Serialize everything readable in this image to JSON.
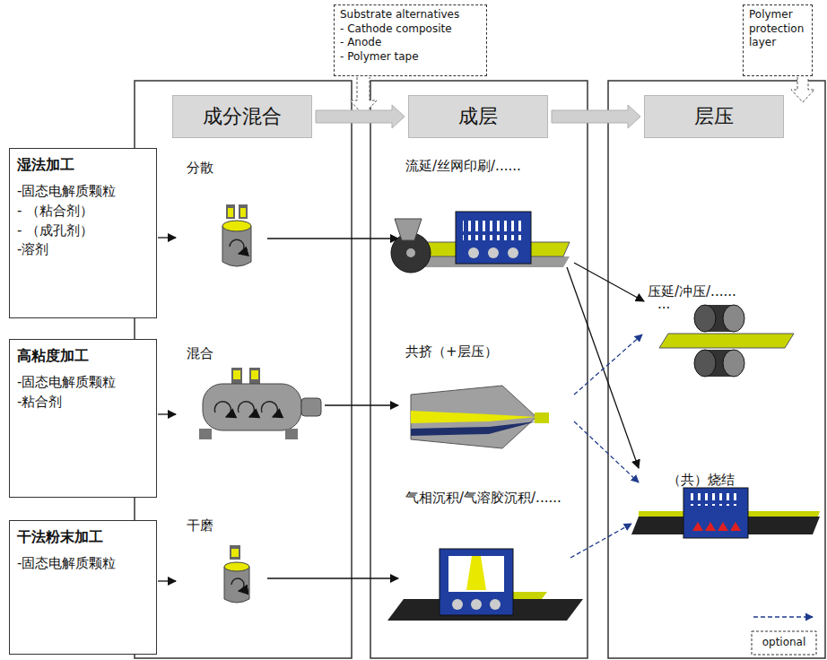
{
  "diagram": {
    "nodes": [
      {
        "text": [
          "Substrate alternatives",
          "- Cathode composite",
          "- Anode",
          "- Polymer tape"
        ]
      },
      {
        "text": [
          "Polymer protection layer"
        ]
      },
      {
        "text": [
          "成分混合"
        ]
      },
      {
        "text": [
          "成层"
        ]
      },
      {
        "text": [
          "层压"
        ]
      },
      {
        "text": [
          "湿法加工",
          "-固态电解质颗粒",
          "- （粘合剂）",
          "- （成孔剂）",
          "-溶剂"
        ]
      },
      {
        "text": [
          "高粘度加工",
          "-固态电解质颗粒",
          "-粘合剂"
        ]
      },
      {
        "text": [
          "干法粉末加工",
          "-固态电解质颗粒"
        ]
      }
    ],
    "edges": [
      {
        "from": 2,
        "to": 3,
        "arrow": "to"
      },
      {
        "from": 3,
        "to": 4,
        "arrow": "to"
      }
    ],
    "labels": [
      "分散",
      "混合",
      "干磨",
      "流延/丝网印刷/......",
      "共挤（+层压）",
      "气相沉积/气溶胶沉积/......",
      "压延/冲压/......",
      "...",
      "（共）烧结"
    ],
    "legend": [
      {
        "text": "optional"
      }
    ]
  }
}
